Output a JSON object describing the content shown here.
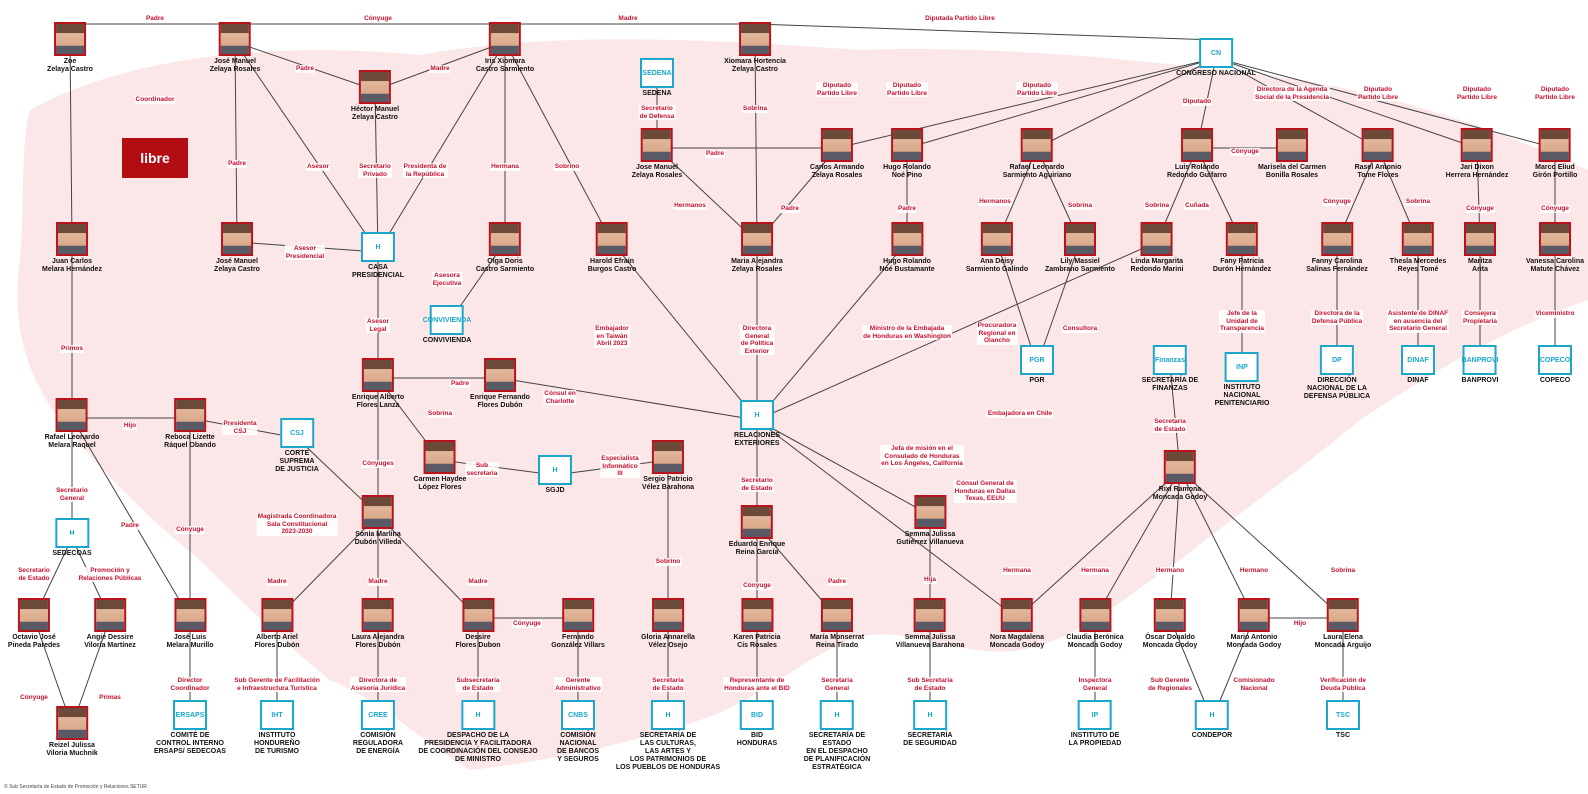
{
  "people": [
    {
      "id": "zoe",
      "name": "Zoe\nZelaya Castro"
    },
    {
      "id": "mel",
      "name": "José Manuel\nZelaya Rosales"
    },
    {
      "id": "xio",
      "name": "Iris Xiomara\nCastro Sarmiento"
    },
    {
      "id": "hec",
      "name": "Héctor Manuel\nZelaya Castro"
    },
    {
      "id": "xht",
      "name": "Xiomara Hortencia\nZelaya Castro"
    },
    {
      "id": "jmzc",
      "name": "José Manuel\nZelaya Castro"
    },
    {
      "id": "olga",
      "name": "Olga Doris\nCastro Sarmiento"
    },
    {
      "id": "harold",
      "name": "Harold Efraín\nBurgos Castro"
    },
    {
      "id": "jmzr2",
      "name": "Jose Manuel\nZelaya Rosales"
    },
    {
      "id": "carlos",
      "name": "Carlos Armando\nZelaya Rosales"
    },
    {
      "id": "maria",
      "name": "Maria Alejandra\nZelaya Rosales"
    },
    {
      "id": "hugo",
      "name": "Hugo Rolando\nNoé Pino"
    },
    {
      "id": "hugob",
      "name": "Hugo Rolando\nNoé Bustamante"
    },
    {
      "id": "rafael",
      "name": "Rafael Leonardo\nSarmiento Aguiriano"
    },
    {
      "id": "ana",
      "name": "Ana Deisy\nSarmiento Galindo"
    },
    {
      "id": "lily",
      "name": "Lily Massiel\nZambrano Sarmiento"
    },
    {
      "id": "luis",
      "name": "Luis Rolando\nRedondo Guifarro"
    },
    {
      "id": "linda",
      "name": "Linda Margarita\nRedondo Marini"
    },
    {
      "id": "fany",
      "name": "Fany Patricia\nDurón Hernández"
    },
    {
      "id": "marisela",
      "name": "Marisela del Carmen\nBonilla Rosales"
    },
    {
      "id": "rasel",
      "name": "Rasel Antonio\nTome Flores"
    },
    {
      "id": "fanny",
      "name": "Fanny Carolina\nSalinas Fernández"
    },
    {
      "id": "thesla",
      "name": "Thesla Mercedes\nReyes Tomé"
    },
    {
      "id": "jari",
      "name": "Jari Dixon\nHerrera Hernández"
    },
    {
      "id": "maritza",
      "name": "Maritza\nArita"
    },
    {
      "id": "marco",
      "name": "Marco Eliud\nGirón Portillo"
    },
    {
      "id": "vanessa",
      "name": "Vanessa Carolina\nMatute Chávez"
    },
    {
      "id": "juan",
      "name": "Juan Carlos\nMelara Hernández"
    },
    {
      "id": "raf2",
      "name": "Rafael Leonardo\nMelara Raquel"
    },
    {
      "id": "reboca",
      "name": "Reboca Lizette\nRáquel Obando"
    },
    {
      "id": "octavio",
      "name": "Octavio José\nPineda Paredes"
    },
    {
      "id": "angie",
      "name": "Angie Dessire\nViloria Martínez"
    },
    {
      "id": "reizel",
      "name": "Reizel Julissa\nViloria Muchnik"
    },
    {
      "id": "joseluis",
      "name": "José Luis\nMelara Murillo"
    },
    {
      "id": "enrique",
      "name": "Enrique Alberto\nFlores Lanza"
    },
    {
      "id": "enriquef",
      "name": "Enrique Fernando\nFlores Dubón"
    },
    {
      "id": "carmen",
      "name": "Carmen Haydee\nLópez Flores"
    },
    {
      "id": "sergio",
      "name": "Sergio Patricio\nVélez Barahona"
    },
    {
      "id": "sonia",
      "name": "Sonia Marlina\nDubón Villeda"
    },
    {
      "id": "alberto",
      "name": "Alberto Ariel\nFlores Dubón"
    },
    {
      "id": "laura",
      "name": "Laura Alejandra\nFlores Dubón"
    },
    {
      "id": "dessire",
      "name": "Dessire\nFlores Dubon"
    },
    {
      "id": "fernando",
      "name": "Fernando\nGonzález Villars"
    },
    {
      "id": "gloria",
      "name": "Gloria Annarella\nVélez Osejo"
    },
    {
      "id": "eduardo",
      "name": "Eduardo Enrique\nReina García"
    },
    {
      "id": "karen",
      "name": "Karen Patricia\nCis Rosales"
    },
    {
      "id": "mariam",
      "name": "María Monserrat\nReina Tirado"
    },
    {
      "id": "semma1",
      "name": "Semma Julissa\nGutiérrez Villanueva"
    },
    {
      "id": "semma2",
      "name": "Semma Julissa\nVillanueva Barahona"
    },
    {
      "id": "nora",
      "name": "Nora Magdalena\nMoncada Godoy"
    },
    {
      "id": "claudia",
      "name": "Claudia Berónica\nMoncada Godoy"
    },
    {
      "id": "oscar",
      "name": "Óscar Donaldo\nMoncada Godoy"
    },
    {
      "id": "mario",
      "name": "Mario Antonio\nMoncada Godoy"
    },
    {
      "id": "laurae",
      "name": "Laura Elena\nMoncada Arguijo"
    },
    {
      "id": "rixi",
      "name": "Rixi Ramona\nMoncada Godoy"
    }
  ],
  "institutions": [
    {
      "id": "congreso",
      "name": "CONGRESO NACIONAL",
      "logo": "CN"
    },
    {
      "id": "sedena",
      "name": "SEDENA",
      "logo": "SEDENA"
    },
    {
      "id": "casa",
      "name": "CASA\nPRESIDENCIAL",
      "logo": "H"
    },
    {
      "id": "conviv",
      "name": "CONVIVIENDA",
      "logo": "CONVIVIENDA"
    },
    {
      "id": "pgr",
      "name": "PGR",
      "logo": "PGR"
    },
    {
      "id": "finanzas",
      "name": "SECRETARÍA DE\nFINANZAS",
      "logo": "Finanzas"
    },
    {
      "id": "inp",
      "name": "INSTITUTO\nNACIONAL\nPENITENCIARIO",
      "logo": "INP"
    },
    {
      "id": "dnd",
      "name": "DIRECCIÓN\nNACIONAL DE LA\nDEFENSA PÚBLICA",
      "logo": "DP"
    },
    {
      "id": "dinaf",
      "name": "DINAF",
      "logo": "DINAF"
    },
    {
      "id": "banprovi",
      "name": "BANPROVI",
      "logo": "BANPROVI"
    },
    {
      "id": "copeco",
      "name": "COPECO",
      "logo": "COPECO"
    },
    {
      "id": "csj",
      "name": "CORTE\nSUPREMA\nDE JUSTICIA",
      "logo": "CSJ"
    },
    {
      "id": "sedecoas",
      "name": "SEDECOAS",
      "logo": "H"
    },
    {
      "id": "sgjd",
      "name": "SGJD",
      "logo": "H"
    },
    {
      "id": "relext",
      "name": "RELACIONES\nEXTERIORES",
      "logo": "H"
    },
    {
      "id": "ersaps",
      "name": "COMITÉ DE\nCONTROL INTERNO\nERSAPS/ SEDECOAS",
      "logo": "ERSAPS"
    },
    {
      "id": "iht",
      "name": "INSTITUTO\nHONDUREÑO\nDE TURISMO",
      "logo": "IHT"
    },
    {
      "id": "cre",
      "name": "COMISIÓN\nREGULADORA\nDE ENERGÍA",
      "logo": "CREE"
    },
    {
      "id": "despacho",
      "name": "DESPACHO DE LA\nPRESIDENCIA Y FACILITADORA\nDE COORDINACIÓN DEL CONSEJO\nDE MINISTRO",
      "logo": "H"
    },
    {
      "id": "cnbs",
      "name": "COMISIÓN\nNACIONAL\nDE BANCOS\nY SEGUROS",
      "logo": "CNBS"
    },
    {
      "id": "secult",
      "name": "SECRETARÍA DE\nLAS CULTURAS,\nLAS ARTES Y\nLOS PATRIMONIOS DE\nLOS PUEBLOS DE HONDURAS",
      "logo": "H"
    },
    {
      "id": "bid",
      "name": "BID\nHONDURAS",
      "logo": "BID"
    },
    {
      "id": "spe",
      "name": "SECRETARÍA DE\nESTADO\nEN EL DESPACHO\nDE PLANIFICACIÓN\nESTRATÉGICA",
      "logo": "H"
    },
    {
      "id": "seguridad",
      "name": "SECRETARÍA\nDE SEGURIDAD",
      "logo": "H"
    },
    {
      "id": "ip",
      "name": "INSTITUTO DE\nLA PROPIEDAD",
      "logo": "IP"
    },
    {
      "id": "condepor",
      "name": "CONDEPOR",
      "logo": "H"
    },
    {
      "id": "tsc",
      "name": "TSC",
      "logo": "TSC"
    }
  ],
  "labels": {
    "padre1": "Padre",
    "conyuge1": "Cónyuge",
    "madre1": "Madre",
    "diputada_libre": "Diputada Partido Libre",
    "coordinador": "Coordinador",
    "padre2": "Padre",
    "madre2": "Madre",
    "secretario_def": "Secretario\nde Defensa",
    "sobrina1": "Sobrina",
    "padre3": "Padre",
    "dip1": "Diputado\nPartido Libre",
    "dip2": "Diputado\nPartido Libre",
    "dip3": "Diputado\nPartido Libre",
    "diputado": "Diputado",
    "directora_agenda": "Directora de la Agenda\nSocial de la Presidencia",
    "dip4": "Diputado\nPartido Libre",
    "dip5": "Diputado\nPartido Libre",
    "dip6": "Diputado\nPartido Libre",
    "conyuge2": "Cónyuge",
    "padre4": "Padre",
    "asesor": "Asesor",
    "secretario_priv": "Secretario\nPrivado",
    "presidenta": "Presidenta de\nla República",
    "hermana": "Hermana",
    "sobrino": "Sobrino",
    "hermanos1": "Hermanos",
    "padre5": "Padre",
    "padre6": "Padre",
    "hermanos2": "Hermanos",
    "sobrina2": "Sobrina",
    "sobrina3": "Sobrina",
    "cunada": "Cuñada",
    "conyuge3": "Cónyuge",
    "sobrina4": "Sobrina",
    "conyuge4": "Cónyuge",
    "conyuge5": "Cónyuge",
    "asesor_pres": "Asesor\nPresidencial",
    "asesora_ej": "Asesora\nEjecutiva",
    "primos": "Primos",
    "embajador": "Embajador\nen Taiwán\nAbril 2023",
    "directora_gen": "Directora\nGeneral\nde Política\nExterior",
    "ministro": "Ministro de la Embajada\nde Honduras en Washington",
    "procuradora": "Procuradora\nRegional en\nOlancho",
    "consultora": "Consultora",
    "jefe_unidad": "Jefe de la\nUnidad de\nTransparencia",
    "directora_def": "Directora de la\nDefensa Pública",
    "asistente": "Asistente de DINAF\nen ausencia del\nSecretario General",
    "consejera": "Consejera\nPropietaria",
    "vicemin": "Viceministro",
    "asesor_legal": "Asesor\nLegal",
    "padre7": "Padre",
    "consul_charlotte": "Cónsul en\nCharlotte",
    "embajadora_chile": "Embajadora en Chile",
    "hijo": "Hijo",
    "presidenta_csj": "Presidenta\nCSJ",
    "sobrina5": "Sobrina",
    "sub_sec": "Sub\nsecretaria",
    "especialista": "Especialista\nInformático\nIII",
    "secretaria_est": "Secretaria\nde Estado",
    "jefa_mision": "Jefa de misión en el\nConsulado de Honduras\nen Los Ángeles, California",
    "consul_dallas": "Cónsul General de\nHonduras en Dallas\nTexas, EEUU",
    "secretario_est": "Secretario\nde Estado",
    "secretario_gen": "Secretario\nGeneral",
    "conyuges": "Cónyuges",
    "magistrada": "Magistrada Coordinadora\nSala Constitucional\n2023-2030",
    "padre8": "Padre",
    "conyuge6": "Cónyuge",
    "secretario_est2": "Secretario\nde Estado",
    "promocion": "Promoción y\nRelaciones Públicas",
    "madre3": "Madre",
    "madre4": "Madre",
    "madre5": "Madre",
    "conyuge7": "Cónyuge",
    "sobrino2": "Sobrino",
    "padre9": "Padre",
    "conyuge8": "Cónyuge",
    "hija": "Hija",
    "hermana1": "Hermana",
    "hermana2": "Hermana",
    "hermano1": "Hermano",
    "hermano2": "Hermano",
    "sobrina6": "Sobrina",
    "hijo2": "Hijo",
    "conyuge9": "Cónyuge",
    "primas": "Primas",
    "director_coord": "Director\nCoordinador",
    "subgerente_tur": "Sub Gerente de Facilitación\ne Infraestructura Turística",
    "directora_jur": "Directora de\nAsesoría Jurídica",
    "subsecretaria": "Subsecretaria\nde Estado",
    "gerente_adm": "Gerente\nAdministrativo",
    "secretaria_est3": "Secretaria\nde Estado",
    "representante": "Representante de\nHonduras ante el BID",
    "secretaria_gen": "Secretaria\nGeneral",
    "subsecretaria2": "Sub Secretaria\nde Estado",
    "inspectora": "Inspectora\nGeneral",
    "subgerente_reg": "Sub Gerente\nde Regionales",
    "comisionado": "Comisionado\nNacional",
    "verificacion": "Verificación de\nDeuda Pública"
  },
  "libre_logo": "libre",
  "footnote": "© Sub Secretaría de Estado de Promoción y Relaciones SETUR"
}
